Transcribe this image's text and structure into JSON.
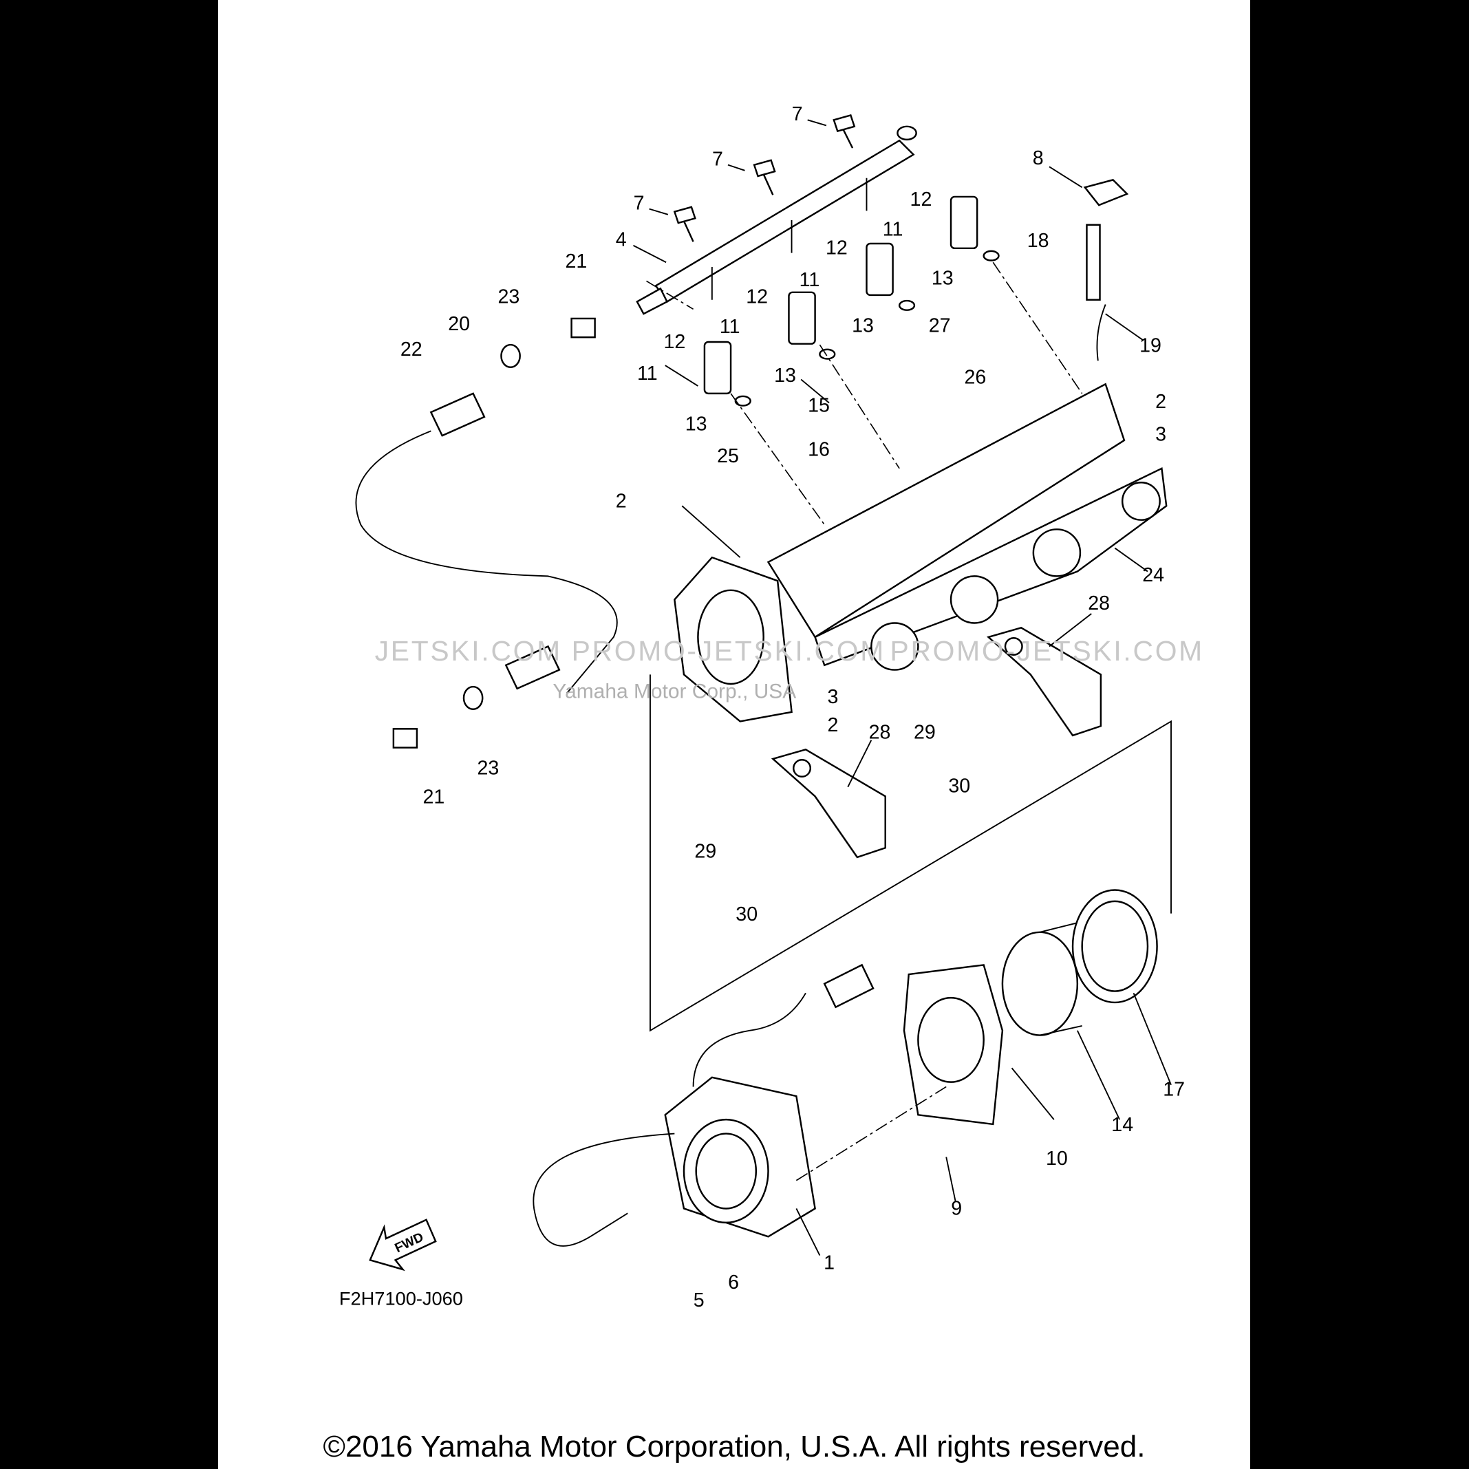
{
  "diagram": {
    "part_code": "F2H7100-J060",
    "fwd_label": "FWD",
    "callouts": [
      "7",
      "7",
      "7",
      "8",
      "12",
      "11",
      "12",
      "11",
      "12",
      "11",
      "12",
      "11",
      "13",
      "13",
      "13",
      "13",
      "4",
      "21",
      "23",
      "20",
      "22",
      "18",
      "19",
      "27",
      "26",
      "15",
      "16",
      "25",
      "2",
      "3",
      "2",
      "24",
      "28",
      "3",
      "2",
      "28",
      "29",
      "30",
      "21",
      "23",
      "29",
      "30",
      "14",
      "17",
      "10",
      "9",
      "1",
      "6",
      "5"
    ],
    "watermarks": {
      "left": "JETSKI.COM",
      "middle": "PROMO-JETSKI.COM",
      "right": "PROMO-JETSKI.COM",
      "overlay": "Yamaha Motor Corp., USA"
    }
  },
  "footer": {
    "copyright": "©2016 Yamaha Motor Corporation, U.S.A. All rights reserved."
  }
}
